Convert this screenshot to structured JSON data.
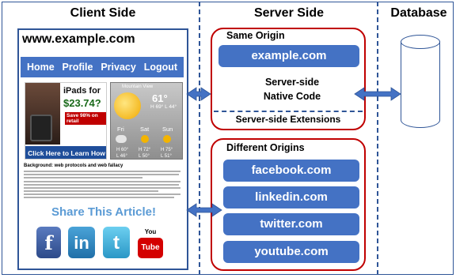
{
  "columns": {
    "client": "Client Side",
    "server": "Server Side",
    "database": "Database"
  },
  "browser": {
    "url": "www.example.com",
    "nav": [
      "Home",
      "Profile",
      "Privacy",
      "Logout"
    ],
    "ad": {
      "line1": "iPads for",
      "line2": "$23.74?",
      "badge": "Save 98% on retail",
      "cta": "Click Here to Learn How"
    },
    "weather": {
      "city": "Mountain View",
      "temp": "61°",
      "hilo": "H 69° L 44°",
      "days": [
        {
          "name": "Fri",
          "hi": "H 60°",
          "lo": "L 46°"
        },
        {
          "name": "Sat",
          "hi": "H 72°",
          "lo": "L 50°"
        },
        {
          "name": "Sun",
          "hi": "H 75°",
          "lo": "L 51°"
        }
      ]
    },
    "article_title": "Background: web protocols and web fallacy",
    "share": "Share This Article!",
    "social": [
      "f",
      "in",
      "t",
      "You",
      "Tube"
    ]
  },
  "same_origin": {
    "title": "Same Origin",
    "domain": "example.com",
    "native": [
      "Server-side",
      "Native Code"
    ],
    "extensions": "Server-side Extensions"
  },
  "different_origins": {
    "title": "Different Origins",
    "domains": [
      "facebook.com",
      "linkedin.com",
      "twitter.com",
      "youtube.com"
    ]
  },
  "colors": {
    "blue": "#4472c4",
    "red_border": "#c00000",
    "dash": "#2f5597",
    "share_text": "#5b9bd5"
  },
  "icons": [
    "database-cylinder-icon",
    "double-arrow-icon",
    "facebook-icon",
    "linkedin-icon",
    "twitter-icon",
    "youtube-icon",
    "sun-icon"
  ]
}
